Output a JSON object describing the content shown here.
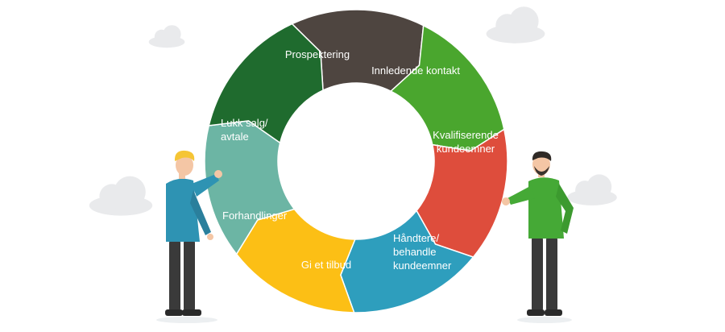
{
  "cycle": {
    "segments": [
      {
        "lines": [
          "Prospektering"
        ],
        "color": "#4e4540"
      },
      {
        "lines": [
          "Innledende kontakt"
        ],
        "color": "#4aa62e"
      },
      {
        "lines": [
          "Kvalifiserende",
          "kundeemner"
        ],
        "color": "#de4d3c"
      },
      {
        "lines": [
          "Håndtere/",
          "behandle",
          "kundeemner"
        ],
        "color": "#2e9ebd"
      },
      {
        "lines": [
          "Gi et tilbud"
        ],
        "color": "#fcbf15"
      },
      {
        "lines": [
          "Forhandlinger"
        ],
        "color": "#6cb5a4"
      },
      {
        "lines": [
          "Lukk salg/",
          "avtale"
        ],
        "color": "#1f6b2e"
      }
    ],
    "center_color": "#ffffff"
  },
  "people": {
    "left": {
      "name": "person-left",
      "shirt": "#2e93b3",
      "hair": "#f5c535",
      "pants": "#3a3a3a"
    },
    "right": {
      "name": "person-right",
      "shirt": "#45a936",
      "hair": "#2f2a26",
      "pants": "#3a3a3a"
    }
  },
  "background": {
    "cloud_color": "#e9eaec"
  }
}
